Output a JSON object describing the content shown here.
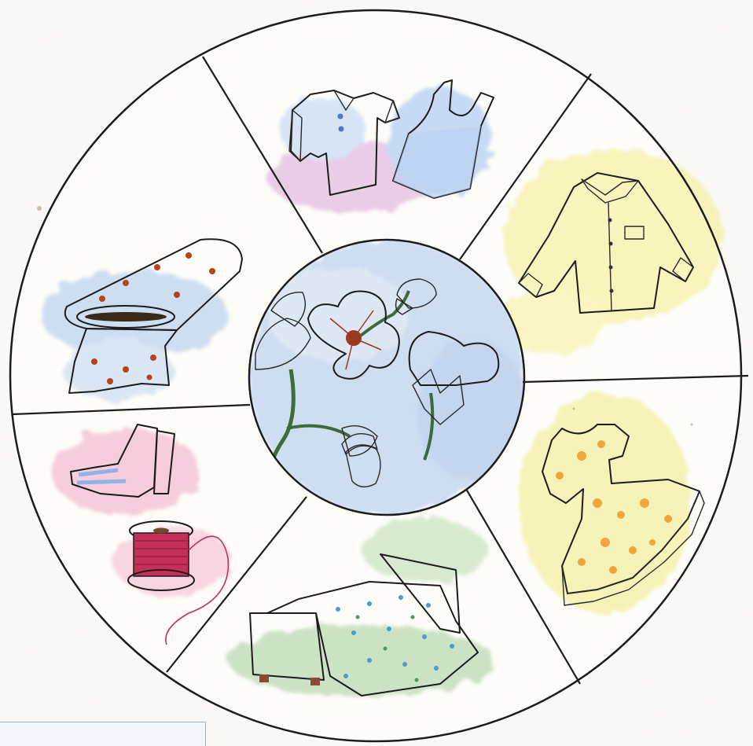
{
  "illustration": {
    "subject": "cotton-uses-wheel",
    "center": "cotton-plant",
    "segments": [
      "tshirt-and-vest",
      "shirt",
      "dress",
      "bedspread",
      "socks-and-thread",
      "fabric-roll"
    ]
  },
  "colors": {
    "outline": "#1c1c1c",
    "paper": "#fbfaf6",
    "blue_wash": "#a9c6ec",
    "yellow_wash": "#f3ee8c",
    "pink_wash": "#efa8c6",
    "orange": "#e79a3c",
    "brick": "#c8705a",
    "green": "#4f8f5a",
    "thread_red": "#c5305a",
    "dress_pink": "#e8588c"
  }
}
